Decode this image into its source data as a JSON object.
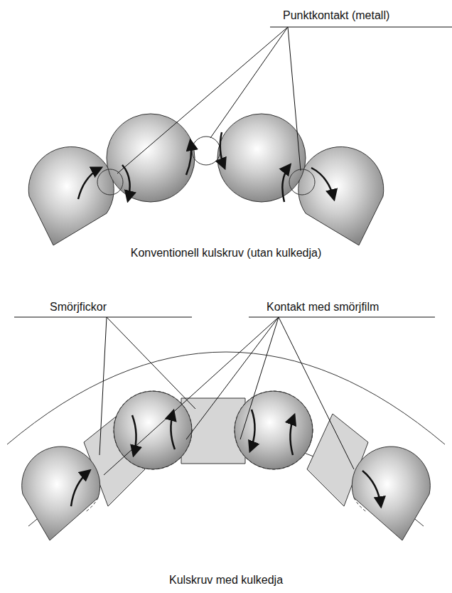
{
  "diagram": {
    "labels": [
      "Punktkontakt (metall)",
      "Konventionell kulskruv (utan kulkedja)",
      "Smörjfickor",
      "Kontakt med smörjfilm",
      "Kulskruv med kulkedja"
    ]
  }
}
